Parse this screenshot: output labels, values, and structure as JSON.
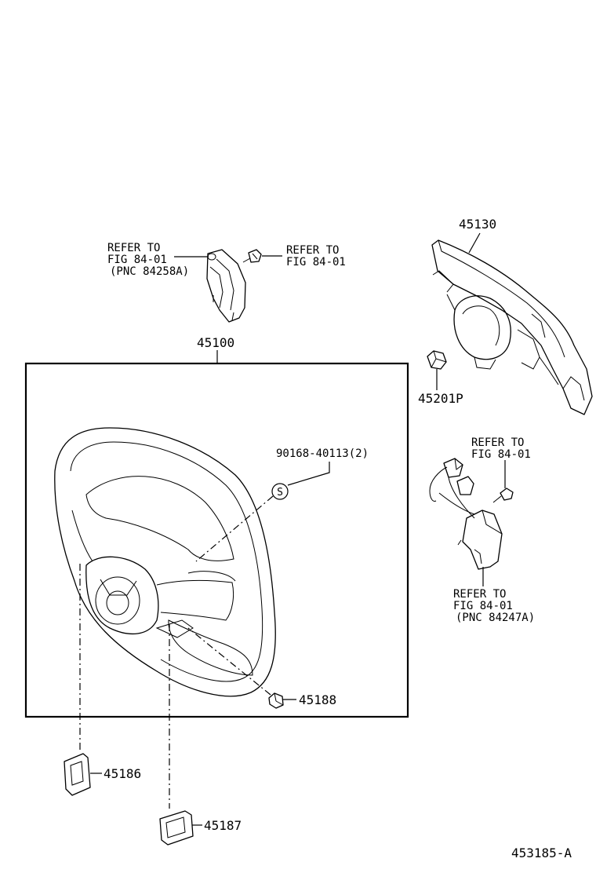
{
  "labels": {
    "p45130": "45130",
    "p45100": "45100",
    "p45201p": "45201P",
    "p90168": "90168-40113(2)",
    "p45188": "45188",
    "p45186": "45186",
    "p45187": "45187",
    "figure_id": "453185-A",
    "screw_symbol": "S"
  },
  "refs": {
    "left_pad": [
      "REFER TO",
      "FIG 84-01",
      "(PNC 84258A)"
    ],
    "left_screw": [
      "REFER TO",
      "FIG 84-01"
    ],
    "switch_screw": [
      "REFER TO",
      "FIG 84-01"
    ],
    "switch_body": [
      "REFER TO",
      "FIG 84-01",
      "(PNC 84247A)"
    ]
  }
}
